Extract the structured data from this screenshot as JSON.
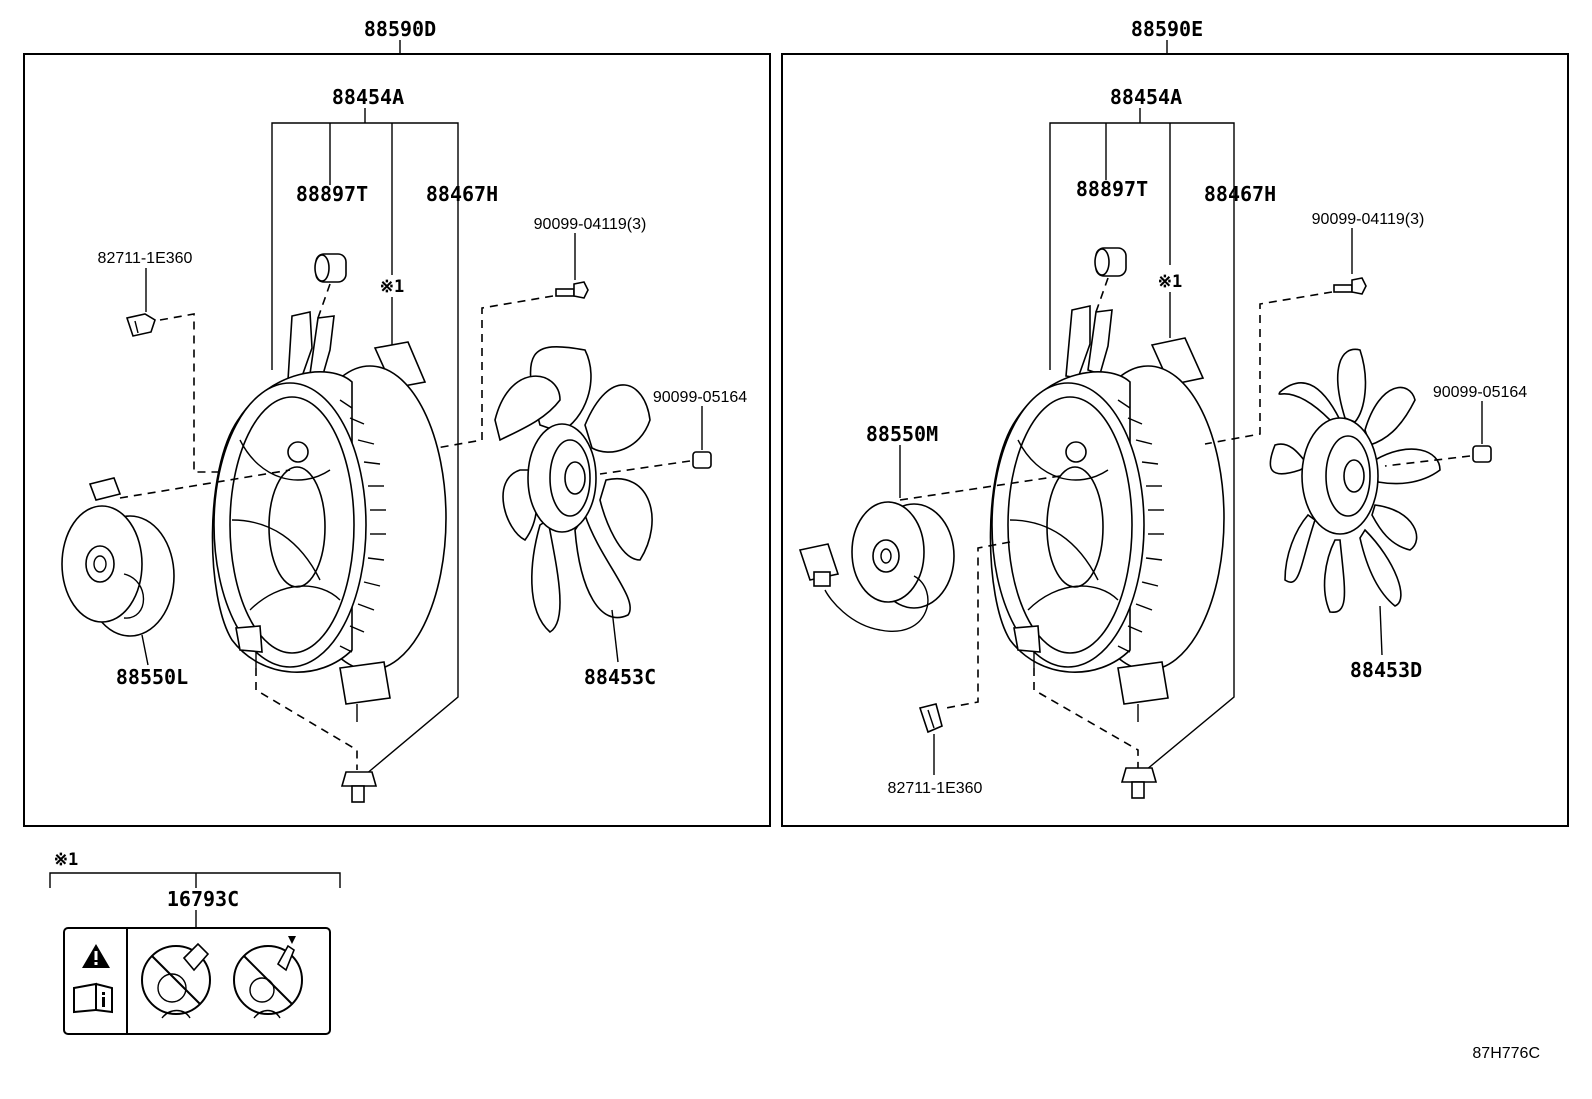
{
  "groups": {
    "left": {
      "assembly": "88590D",
      "shroud_sub": "88454A",
      "shroud": "88467H",
      "bushing": "88897T",
      "note_mark": "※1",
      "connector": "82711-1E360",
      "screw": "90099-04119(3)",
      "nut": "90099-05164",
      "motor": "88550L",
      "fan": "88453C"
    },
    "right": {
      "assembly": "88590E",
      "shroud_sub": "88454A",
      "shroud": "88467H",
      "bushing": "88897T",
      "note_mark": "※1",
      "connector": "82711-1E360",
      "screw": "90099-04119(3)",
      "nut": "90099-05164",
      "motor": "88550M",
      "fan": "88453D"
    }
  },
  "note": {
    "mark": "※1",
    "label_part": "16793C",
    "icons": [
      "warning-triangle-icon",
      "manual-info-icon",
      "no-hands-in-fan-icon",
      "no-tools-in-fan-icon"
    ]
  },
  "diagram_code": "87H776C"
}
